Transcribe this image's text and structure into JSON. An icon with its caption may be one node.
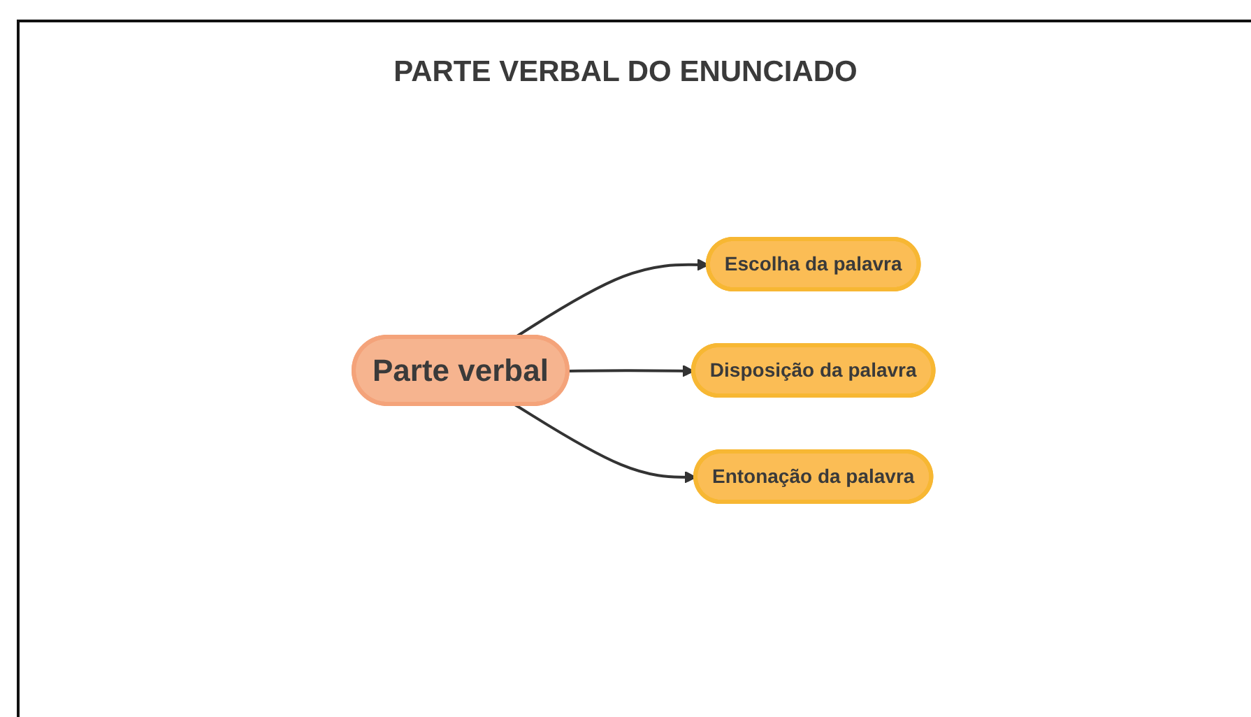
{
  "diagram": {
    "title": "PARTE VERBAL DO ENUNCIADO",
    "nodes": [
      {
        "text": [
          "Parte verbal"
        ]
      },
      {
        "text": [
          "Escolha da palavra"
        ]
      },
      {
        "text": [
          "Disposição da palavra"
        ]
      },
      {
        "text": [
          "Entonação da palavra"
        ]
      }
    ],
    "edges": [
      {
        "from": 0,
        "to": 1,
        "arrow": "to"
      },
      {
        "from": 0,
        "to": 2,
        "arrow": "to"
      },
      {
        "from": 0,
        "to": 3,
        "arrow": "to"
      }
    ]
  }
}
